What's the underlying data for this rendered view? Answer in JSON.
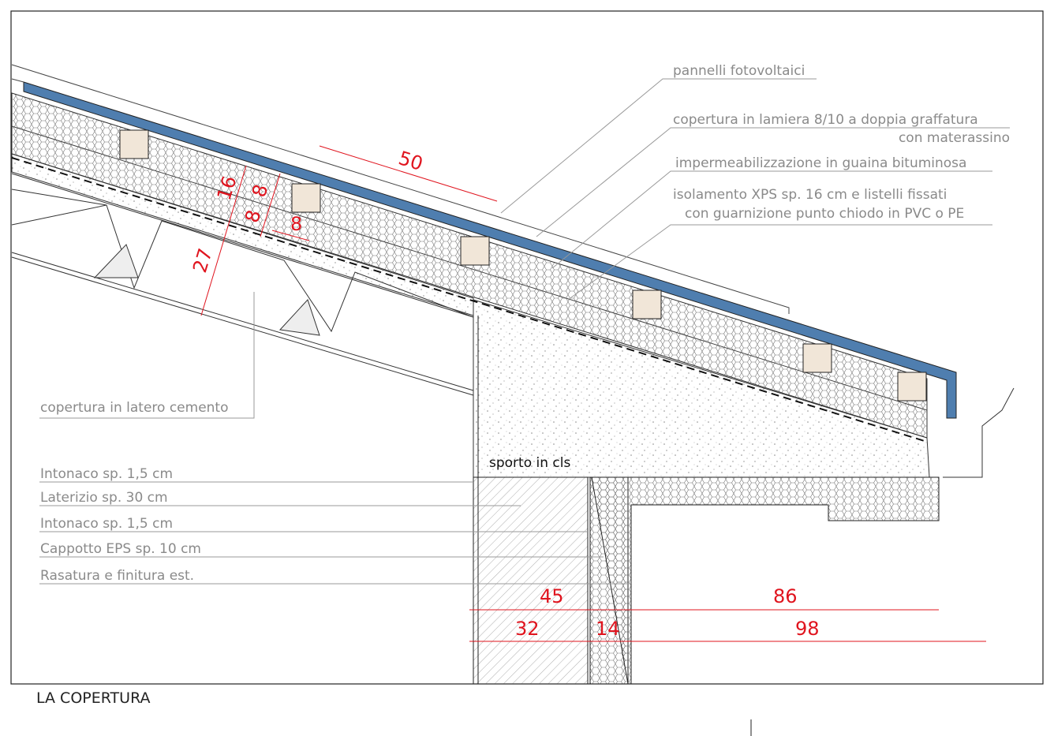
{
  "title": "LA COPERTURA",
  "labels": {
    "pv": "pannelli fotovoltaici",
    "lamiera_1": "copertura in lamiera 8/10 a doppia graffatura",
    "lamiera_2": "con materassino",
    "guaina": "impermeabilizzazione in guaina bituminosa",
    "xps_1": "isolamento XPS sp. 16 cm e listelli fissati",
    "xps_2": "con guarnizione punto chiodo in PVC o PE",
    "latero": "copertura in latero cemento",
    "sporto": "sporto in cls",
    "wall": [
      "Intonaco  sp. 1,5 cm",
      "Laterizio  sp. 30 cm",
      "Intonaco  sp. 1,5 cm",
      "Cappotto EPS  sp. 10 cm",
      "Rasatura e finitura est."
    ]
  },
  "dimensions": {
    "d50": "50",
    "d16": "16",
    "d27": "27",
    "d8a": "8",
    "d8b": "8",
    "d8c": "8",
    "d45": "45",
    "d86": "86",
    "d32": "32",
    "d14": "14",
    "d98": "98"
  },
  "colors": {
    "metal": "#4f7eaf",
    "dimension": "#e0141e"
  }
}
